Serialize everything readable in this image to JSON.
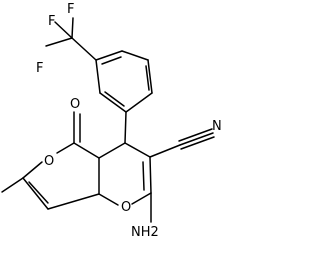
{
  "molecule": {
    "atoms": {
      "f1": "F",
      "f2": "F",
      "f3": "F",
      "carbonyl_o": "O",
      "ring_o": "O",
      "pyran_o": "O",
      "nitrile_n": "N",
      "amino": "NH2"
    }
  },
  "colors": {
    "bond": "#000000",
    "label": "#000000",
    "background": "#ffffff"
  }
}
